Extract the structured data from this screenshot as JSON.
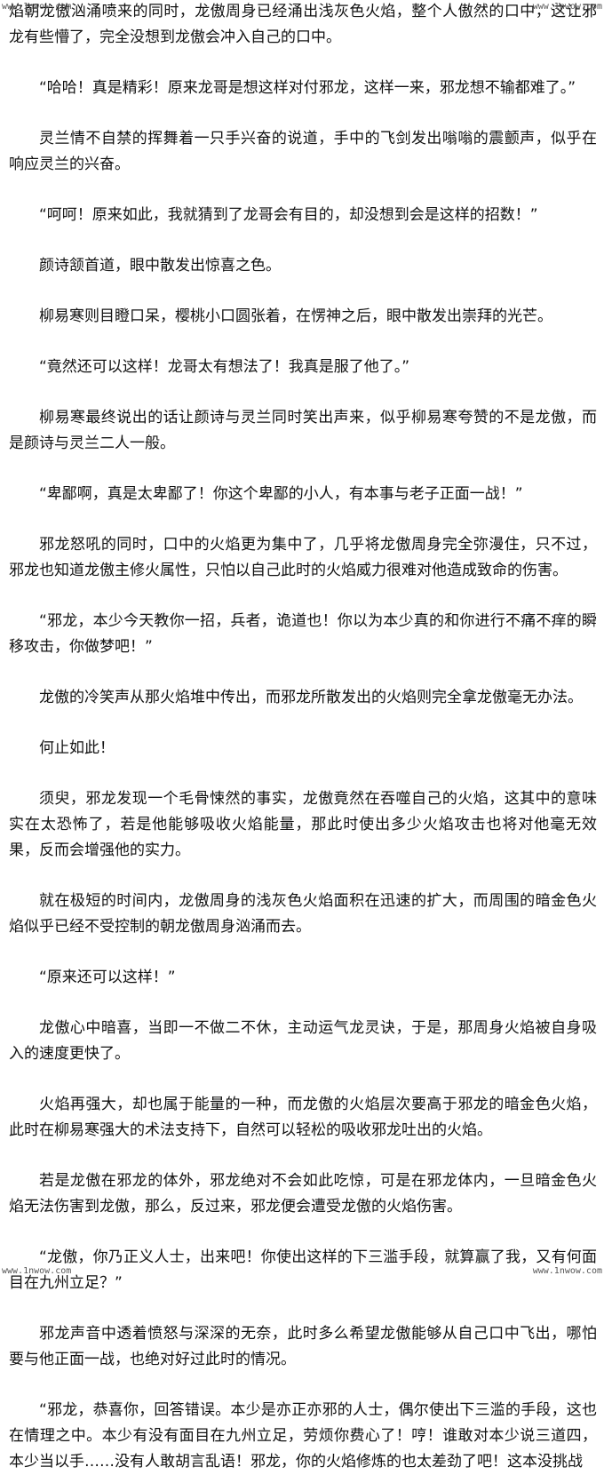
{
  "watermarks": {
    "top_left": "www.1nwow.com",
    "top_right": "www.1nwow.com",
    "bottom_left": "www.1nwow.com",
    "bottom_right": "www.1nwow.com"
  },
  "paragraphs": [
    "焰朝龙傲汹涌喷来的同时，龙傲周身已经涌出浅灰色火焰，整个人傲然的口中，这让邪龙有些懵了，完全没想到龙傲会冲入自己的口中。",
    "“哈哈！真是精彩！原来龙哥是想这样对付邪龙，这样一来，邪龙想不输都难了。”",
    "灵兰情不自禁的挥舞着一只手兴奋的说道，手中的飞剑发出嗡嗡的震颤声，似乎在响应灵兰的兴奋。",
    "“呵呵！原来如此，我就猜到了龙哥会有目的，却没想到会是这样的招数！”",
    "颜诗颔首道，眼中散发出惊喜之色。",
    "柳易寒则目瞪口呆，樱桃小口圆张着，在愣神之后，眼中散发出崇拜的光芒。",
    "“竟然还可以这样！龙哥太有想法了！我真是服了他了。”",
    "柳易寒最终说出的话让颜诗与灵兰同时笑出声来，似乎柳易寒夸赞的不是龙傲，而是颜诗与灵兰二人一般。",
    "“卑鄙啊，真是太卑鄙了！你这个卑鄙的小人，有本事与老子正面一战！”",
    "邪龙怒吼的同时，口中的火焰更为集中了，几乎将龙傲周身完全弥漫住，只不过，邪龙也知道龙傲主修火属性，只怕以自己此时的火焰威力很难对他造成致命的伤害。",
    "“邪龙，本少今天教你一招，兵者，诡道也！你以为本少真的和你进行不痛不痒的瞬移攻击，你做梦吧！”",
    "龙傲的冷笑声从那火焰堆中传出，而邪龙所散发出的火焰则完全拿龙傲毫无办法。",
    "何止如此！",
    "须臾，邪龙发现一个毛骨悚然的事实，龙傲竟然在吞噬自己的火焰，这其中的意味实在太恐怖了，若是他能够吸收火焰能量，那此时使出多少火焰攻击也将对他毫无效果，反而会增强他的实力。",
    "就在极短的时间内，龙傲周身的浅灰色火焰面积在迅速的扩大，而周围的暗金色火焰似乎已经不受控制的朝龙傲周身汹涌而去。",
    "“原来还可以这样！”",
    "龙傲心中暗喜，当即一不做二不休，主动运气龙灵诀，于是，那周身火焰被自身吸入的速度更快了。",
    "火焰再强大，却也属于能量的一种，而龙傲的火焰层次要高于邪龙的暗金色火焰，此时在柳易寒强大的术法支持下，自然可以轻松的吸收邪龙吐出的火焰。",
    "若是龙傲在邪龙的体外，邪龙绝对不会如此吃惊，可是在邪龙体内，一旦暗金色火焰无法伤害到龙傲，那么，反过来，邪龙便会遭受龙傲的火焰伤害。",
    "“龙傲，你乃正义人士，出来吧！你使出这样的下三滥手段，就算赢了我，又有何面目在九州立足？”",
    "邪龙声音中透着愤怒与深深的无奈，此时多么希望龙傲能够从自己口中飞出，哪怕要与他正面一战，也绝对好过此时的情况。",
    "“邪龙，恭喜你，回答错误。本少是亦正亦邪的人士，偶尔使出下三滥的手段，这也在情理之中。本少有没有面目在九州立足，劳烦你费心了！哼！谁敢对本少说三道四，本少当以手……没有人敢胡言乱语！邪龙，你的火焰修炼的也太差劲了吧！这本没挑战"
  ]
}
